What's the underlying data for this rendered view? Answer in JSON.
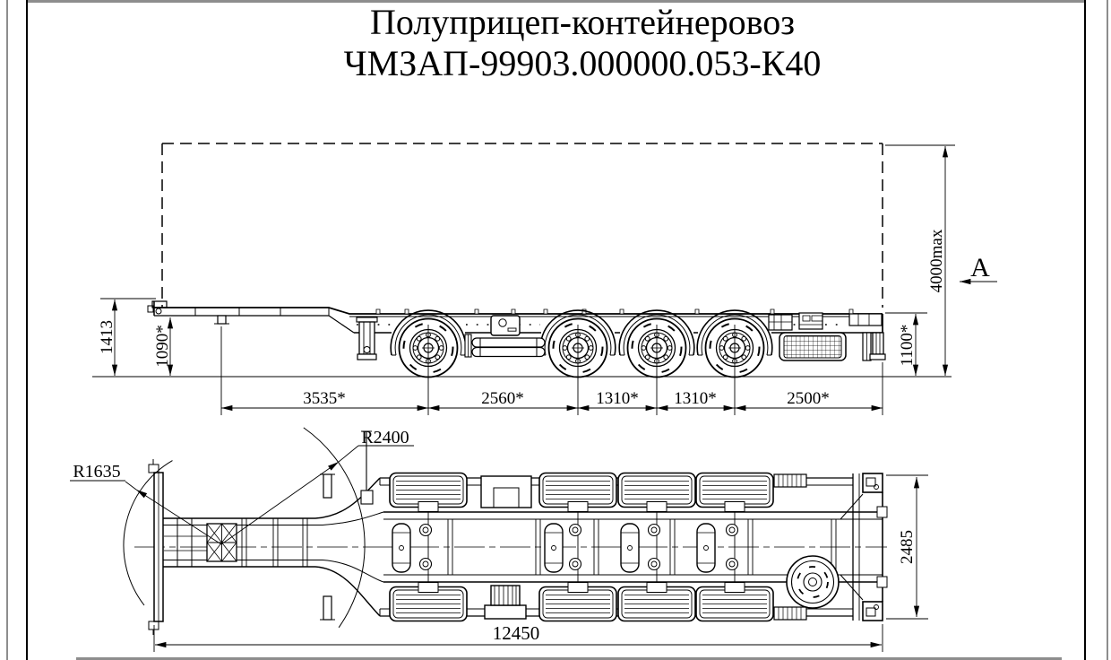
{
  "title": {
    "line1": "Полуприцеп-контейнеровоз",
    "line2": "ЧМЗАП-99903.000000.053-К40"
  },
  "side_view": {
    "dimensions": {
      "front_height": "1413",
      "deck_height_front": "1090*",
      "overall_height": "4000max",
      "deck_height_rear": "1100*",
      "kingpin_to_axle1": "3535*",
      "axle1_to_axle2": "2560*",
      "axle2_to_axle3": "1310*",
      "axle3_to_axle4": "1310*",
      "axle4_to_rear": "2500*"
    },
    "view_arrow_label": "А"
  },
  "plan_view": {
    "dimensions": {
      "overall_length": "12450",
      "overall_width": "2485"
    },
    "radii": {
      "left": "R1635",
      "upper": "R2400"
    }
  },
  "colors": {
    "line": "#000000",
    "background": "#ffffff",
    "window_edge": "#8d8d8d"
  }
}
